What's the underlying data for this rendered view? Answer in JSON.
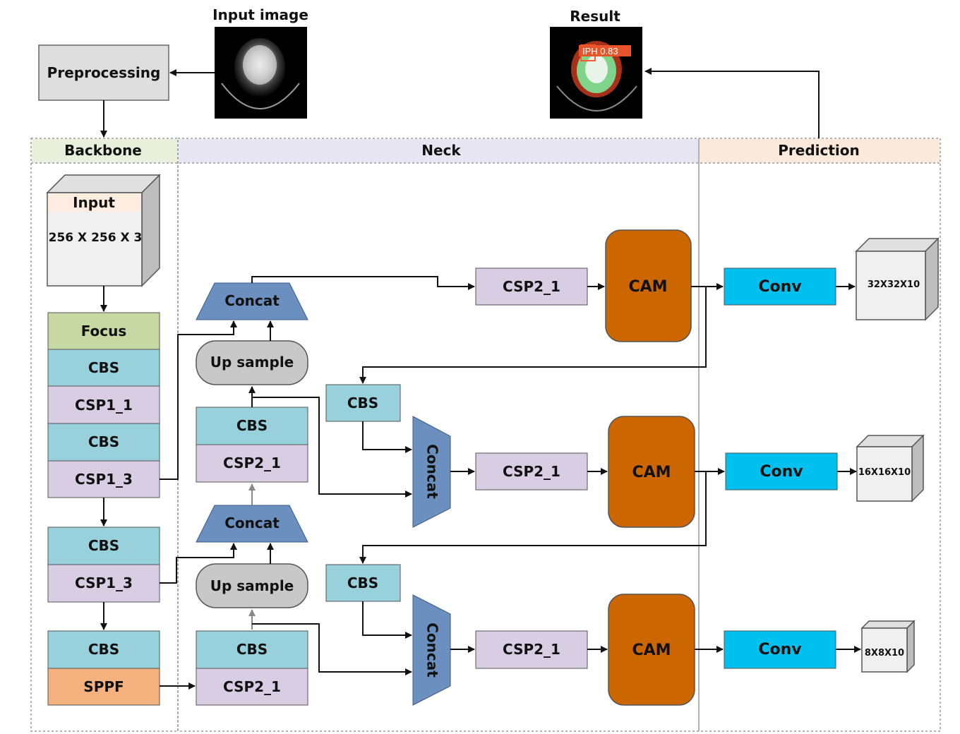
{
  "header": {
    "input_image_label": "Input image",
    "result_label": "Result",
    "preprocessing_label": "Preprocessing",
    "detection_label": "IPH 0.83"
  },
  "sections": {
    "backbone": "Backbone",
    "neck": "Neck",
    "prediction": "Prediction"
  },
  "backbone": {
    "input_title": "Input",
    "input_size": "256 X 256 X 3",
    "focus": "Focus",
    "cbs_1": "CBS",
    "csp1_1": "CSP1_1",
    "cbs_2": "CBS",
    "csp1_3_a": "CSP1_3",
    "cbs_3": "CBS",
    "csp1_3_b": "CSP1_3",
    "cbs_4": "CBS",
    "sppf": "SPPF"
  },
  "neck": {
    "concat_top": "Concat",
    "upsample_top": "Up sample",
    "cbs_top": "CBS",
    "csp2_1_top": "CSP2_1",
    "concat_mid": "Concat",
    "upsample_bottom": "Up sample",
    "cbs_bottom": "CBS",
    "csp2_1_bottom": "CSP2_1",
    "cbs_right_mid": "CBS",
    "cbs_right_bottom": "CBS",
    "concat_v_mid": "Concat",
    "concat_v_bottom": "Concat",
    "csp2_1_row1": "CSP2_1",
    "csp2_1_row2": "CSP2_1",
    "csp2_1_row3": "CSP2_1",
    "cam_row1": "CAM",
    "cam_row2": "CAM",
    "cam_row3": "CAM"
  },
  "prediction": {
    "conv_row1": "Conv",
    "conv_row2": "Conv",
    "conv_row3": "Conv",
    "out_row1": "32X32X10",
    "out_row2": "16X16X10",
    "out_row3": "8X8X10"
  },
  "colors": {
    "cbs": "#98d0dc",
    "csp": "#d9cde3",
    "focus": "#c8d8a3",
    "sppf": "#f5b27f",
    "concat": "#6b8fbf",
    "upsample": "#c8c8c8",
    "cam": "#cc6600",
    "conv": "#00c0ef",
    "backbone_header": "#e8f0dc",
    "neck_header": "#e8e6f2",
    "prediction_header": "#fbe9dc"
  }
}
